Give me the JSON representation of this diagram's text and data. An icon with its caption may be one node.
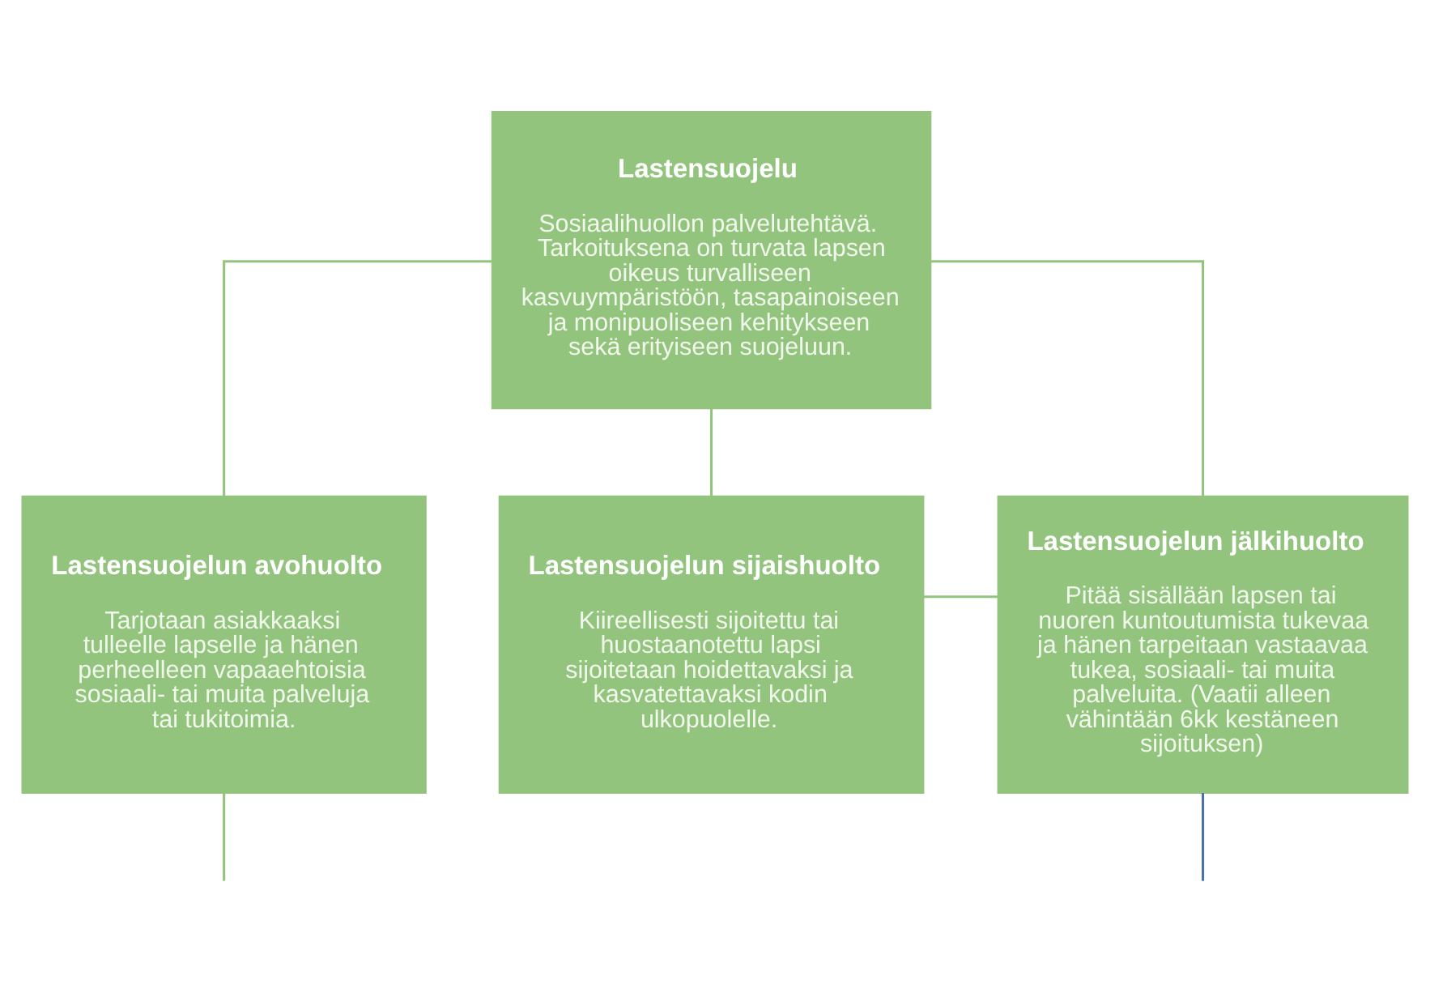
{
  "diagram": {
    "nodes": [
      {
        "text": [
          "Lastensuojelu",
          "Sosiaalihuollon palvelutehtävä. Tarkoituksena on turvata lapsen oikeus turvalliseen kasvuympäristöön, tasapainoiseen ja monipuoliseen kehitykseen sekä erityiseen suojeluun."
        ]
      },
      {
        "text": [
          "Lastensuojelun avohuolto",
          "Tarjotaan asiakkaaksi tulleelle lapselle ja hänen perheelleen vapaaehtoisia sosiaali- tai muita palveluja tai tukitoimia."
        ]
      },
      {
        "text": [
          "Lastensuojelun sijaishuolto",
          "Kiireellisesti sijoitettu tai huostaanotettu lapsi sijoitetaan hoidettavaksi ja kasvatettavaksi kodin ulkopuolelle."
        ]
      },
      {
        "text": [
          "Lastensuojelun jälkihuolto",
          "Pitää sisällään lapsen tai nuoren kuntoutumista tukevaa ja hänen tarpeitaan vastaavaa tukea, sosiaali- tai muita palveluita. (Vaatii alleen vähintään 6kk kestäneen sijoituksen)"
        ]
      }
    ],
    "edges": [
      {
        "from": 0,
        "to": 1,
        "arrow": "none"
      },
      {
        "from": 0,
        "to": 2,
        "arrow": "none"
      },
      {
        "from": 0,
        "to": 3,
        "arrow": "none"
      },
      {
        "from": 2,
        "to": 3,
        "arrow": "none"
      },
      {
        "from": 1,
        "to": null,
        "arrow": "none"
      },
      {
        "from": 3,
        "to": null,
        "arrow": "none",
        "color": "#4a72a8"
      }
    ]
  }
}
